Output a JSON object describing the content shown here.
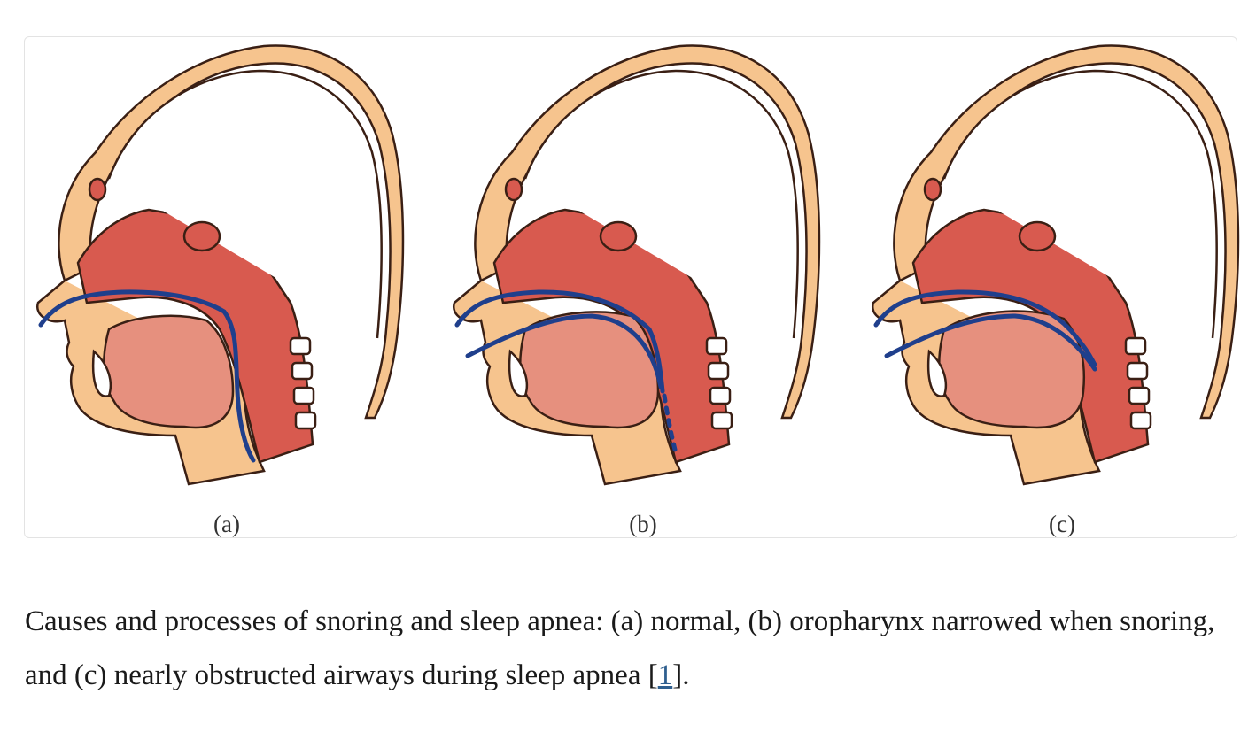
{
  "figure": {
    "colors": {
      "skin": "#f6c48e",
      "tissue": "#d85a4f",
      "tongue": "#e6907e",
      "outline": "#3a1f14",
      "airflow": "#1f3f8c",
      "paper": "#ffffff"
    },
    "panels": [
      {
        "label": "(a)",
        "state": "normal"
      },
      {
        "label": "(b)",
        "state": "oropharynx narrowed when snoring"
      },
      {
        "label": "(c)",
        "state": "nearly obstructed airways during sleep apnea"
      }
    ]
  },
  "caption": {
    "text": "Causes and processes of snoring and sleep apnea: (a) normal, (b) oropharynx narrowed when snoring, and (c) nearly obstructed airways during sleep apnea [",
    "ref": "1",
    "end": "]."
  }
}
